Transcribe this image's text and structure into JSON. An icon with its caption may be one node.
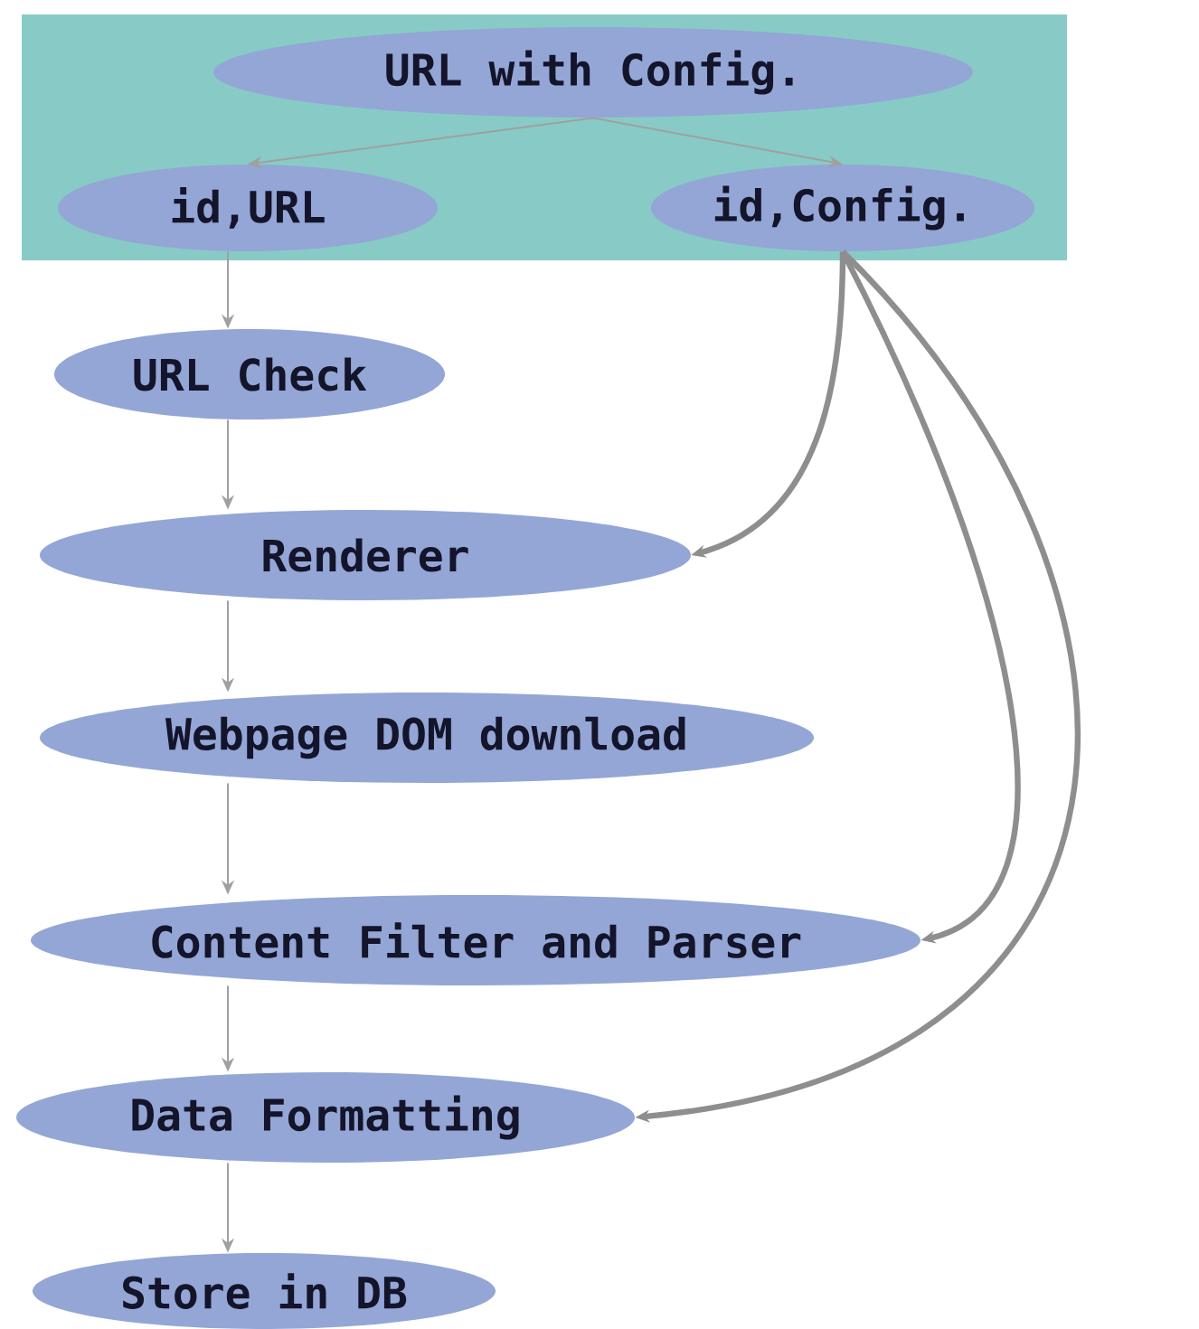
{
  "diagram": {
    "nodes": [
      {
        "text": [],
        "shape": "box"
      },
      {
        "text": [
          "URL with Config."
        ],
        "in": 0
      },
      {
        "text": [
          "id,URL"
        ],
        "in": 0
      },
      {
        "text": [
          "id,Config."
        ],
        "in": 0
      },
      {
        "text": [
          "URL Check"
        ]
      },
      {
        "text": [
          "Renderer"
        ]
      },
      {
        "text": [
          "Webpage DOM download"
        ]
      },
      {
        "text": [
          "Content Filter and Parser"
        ]
      },
      {
        "text": [
          "Data Formatting"
        ]
      },
      {
        "text": [
          "Store in DB"
        ]
      }
    ],
    "edges": [
      {
        "from": 1,
        "to": 2,
        "arrow": "to"
      },
      {
        "from": 1,
        "to": 3,
        "arrow": "to"
      },
      {
        "from": 2,
        "to": 4,
        "arrow": "to"
      },
      {
        "from": 4,
        "to": 5,
        "arrow": "to"
      },
      {
        "from": 5,
        "to": 6,
        "arrow": "to"
      },
      {
        "from": 6,
        "to": 7,
        "arrow": "to"
      },
      {
        "from": 7,
        "to": 8,
        "arrow": "to"
      },
      {
        "from": 8,
        "to": 9,
        "arrow": "to"
      },
      {
        "from": 3,
        "to": 5,
        "arrow": "to",
        "style": "thick"
      },
      {
        "from": 3,
        "to": 7,
        "arrow": "to",
        "style": "thick"
      },
      {
        "from": 3,
        "to": 8,
        "arrow": "to",
        "style": "thick"
      }
    ]
  }
}
